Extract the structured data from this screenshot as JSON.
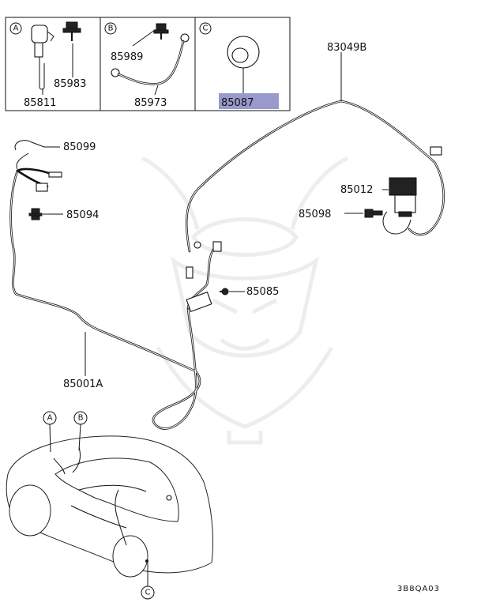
{
  "inset_boxes": [
    {
      "marker": "A",
      "parts": [
        "85811",
        "85983"
      ]
    },
    {
      "marker": "B",
      "parts": [
        "85989",
        "85973"
      ]
    },
    {
      "marker": "C",
      "parts": [
        "85087"
      ]
    }
  ],
  "callouts": {
    "c83049B": "83049B",
    "c85099": "85099",
    "c85094": "85094",
    "c85012": "85012",
    "c85098": "85098",
    "c85085": "85085",
    "c85001A": "85001A"
  },
  "car_markers": [
    "A",
    "B",
    "C"
  ],
  "diagram_code": "3B8QA03",
  "highlight_color": "#9999cc"
}
